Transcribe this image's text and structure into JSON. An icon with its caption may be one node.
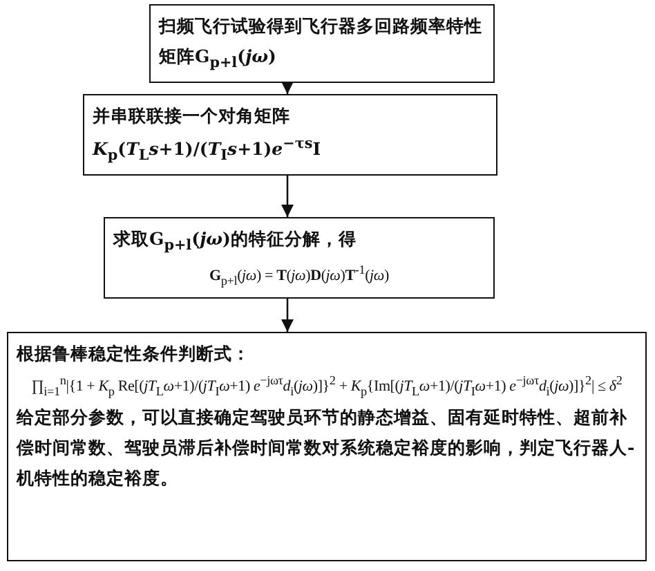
{
  "diagram": {
    "nodes": [
      {
        "text": [
          "扫频飞行试验得到飞行器多回路频率特性矩阵**G**$_{p+l}$(*jω*)"
        ]
      },
      {
        "text": [
          "并串联联接一个对角矩阵 *K*$_{p}$(*T*$_{L}$*s*+1)/(*T*$_{I}$*s*+1)*e*$^{−τs}$**I**"
        ]
      },
      {
        "text": [
          "求取**G**$_{p+l}$(*jω*)的特征分解，得",
          "**G**$_{p+l}$(*jω*) = **T**(*jω*)**D**(*jω*)**T**$^{-1}$(*jω*)"
        ]
      },
      {
        "text": [
          "根据鲁棒稳定性条件判断式：",
          "∏$_{i=1}$$^{n}$|{1 + *K*$_{p}$ Re[(*jT*$_{L}$*ω*+1)/(*jT*$_{I}$*ω*+1) *e*$^{−jωτ}$*d*$_{i}$(*jω*)]}$^{2}$ + *K*$_{p}${Im[(*jT*$_{L}$*ω*+1)/(*jT*$_{I}$*ω*+1) *e*$^{−jωτ}$*d*$_{i}$(*jω*)]}$^{2}$| ≤ *δ*$^{2}$",
          "给定部分参数，可以直接确定驾驶员环节的静态增益、固有延时特性、超前补偿时间常数、驾驶员滞后补偿时间常数对系统稳定裕度的影响，判定飞行器人-机特性的稳定裕度。"
        ]
      }
    ],
    "edges": [
      {
        "from": 0,
        "to": 1,
        "arrow": "to"
      },
      {
        "from": 1,
        "to": 2,
        "arrow": "to"
      },
      {
        "from": 2,
        "to": 3,
        "arrow": "to"
      }
    ]
  }
}
